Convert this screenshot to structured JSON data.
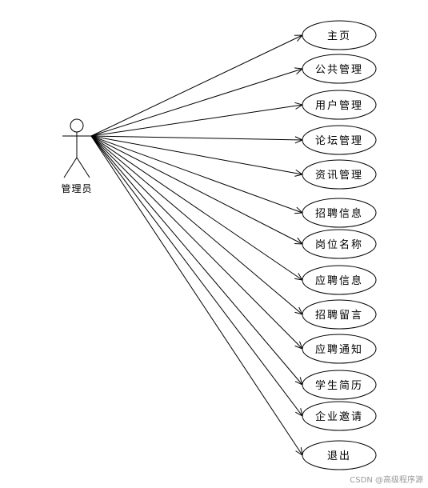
{
  "actor": {
    "label": "管理员"
  },
  "use_cases": [
    {
      "label": "主页"
    },
    {
      "label": "公共管理"
    },
    {
      "label": "用户管理"
    },
    {
      "label": "论坛管理"
    },
    {
      "label": "资讯管理"
    },
    {
      "label": "招聘信息"
    },
    {
      "label": "岗位名称"
    },
    {
      "label": "应聘信息"
    },
    {
      "label": "招聘留言"
    },
    {
      "label": "应聘通知"
    },
    {
      "label": "学生简历"
    },
    {
      "label": "企业邀请"
    },
    {
      "label": "退出"
    }
  ],
  "watermark": "CSDN @高级程序源"
}
